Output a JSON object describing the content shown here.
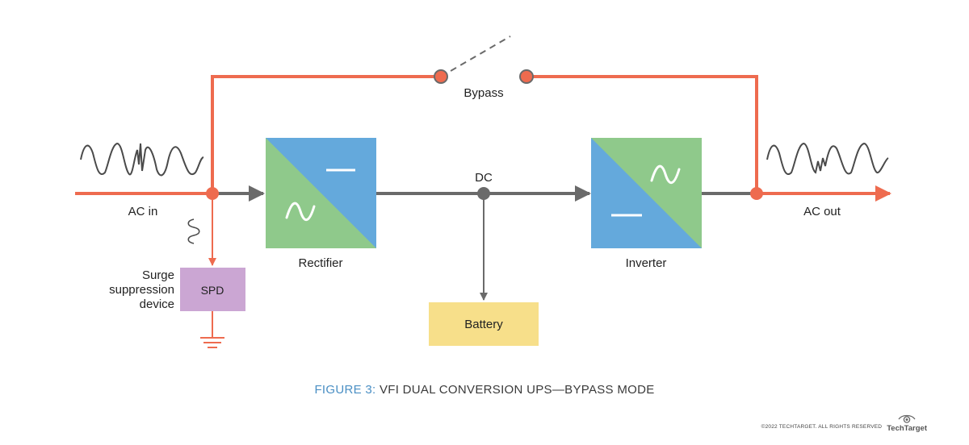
{
  "labels": {
    "bypass": "Bypass",
    "dc": "DC",
    "ac_in": "AC in",
    "ac_out": "AC out",
    "rectifier": "Rectifier",
    "inverter": "Inverter",
    "battery": "Battery",
    "spd": "SPD",
    "surge_line1": "Surge",
    "surge_line2": "suppression",
    "surge_line3": "device"
  },
  "caption": {
    "figure": "FIGURE 3:",
    "title": "VFI DUAL CONVERSION UPS—BYPASS MODE"
  },
  "footer": {
    "copyright": "©2022 TECHTARGET. ALL RIGHTS RESERVED",
    "brand": "TechTarget"
  },
  "colors": {
    "active_line": "#ee6b4f",
    "inactive_line": "#6a6a6a",
    "converter_blue": "#64a9dc",
    "converter_green": "#8fc98b",
    "battery": "#f7df8a",
    "spd": "#cba6d3",
    "caption_accent": "#4a8fc4"
  }
}
